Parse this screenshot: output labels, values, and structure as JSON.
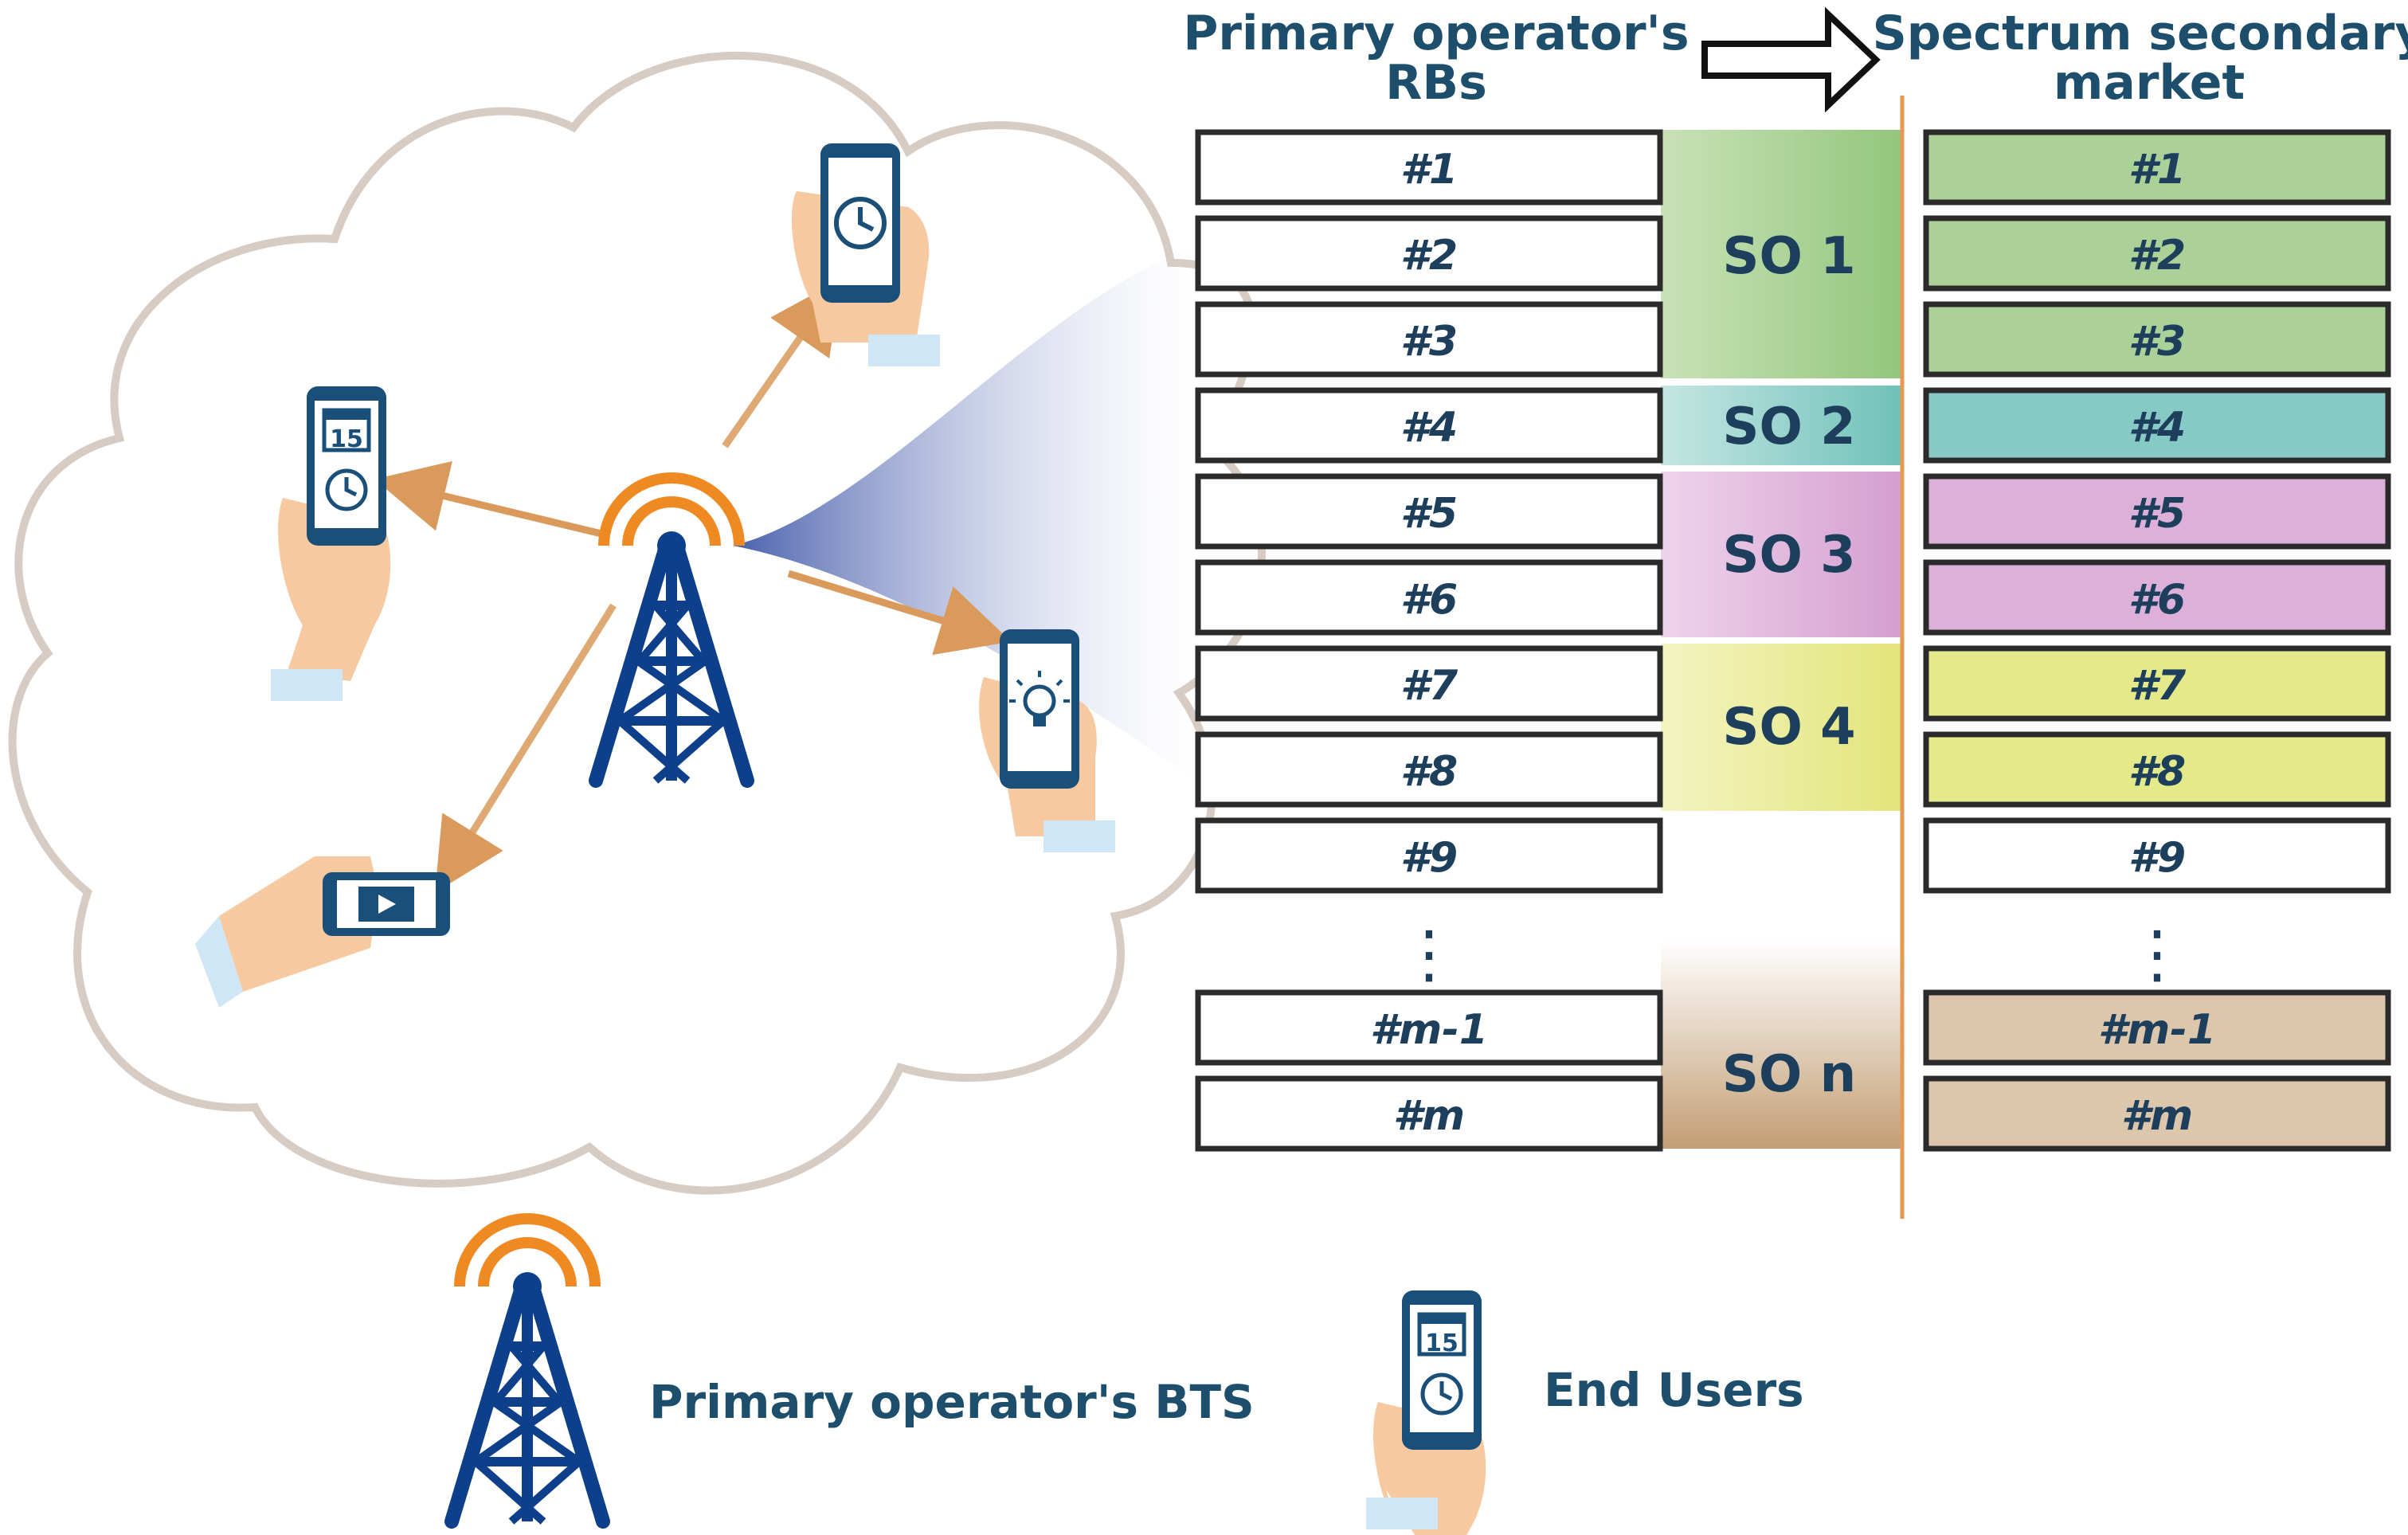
{
  "headers": {
    "left_line1": "Primary operator's",
    "left_line2": "RBs",
    "right_line1": "Spectrum secondary",
    "right_line2": "market"
  },
  "rb_labels": [
    "#1",
    "#2",
    "#3",
    "#4",
    "#5",
    "#6",
    "#7",
    "#8",
    "#9",
    "#m-1",
    "#m"
  ],
  "ellipsis": "⋮",
  "operators": [
    {
      "label": "SO 1",
      "color": "#9ccb86"
    },
    {
      "label": "SO 2",
      "color": "#7ec6c0"
    },
    {
      "label": "SO 3",
      "color": "#d8a8d4"
    },
    {
      "label": "SO 4",
      "color": "#e8ea8c"
    },
    {
      "label": "SO n",
      "color": "#c9a882"
    }
  ],
  "market_colors": [
    "#acd198",
    "#acd198",
    "#acd198",
    "#87c9c4",
    "#ddb0da",
    "#ddb0da",
    "#e4e98a",
    "#e4e98a",
    "#ffffff",
    "#dcc7ad",
    "#dcc7ad"
  ],
  "colors": {
    "tower": "#0d3f8a",
    "signal": "#ef8a22",
    "arrow": "#d99a5c",
    "cloud": "#d6ccc4",
    "phone": "#1a4f7a",
    "divider": "#e29a55"
  },
  "legend": {
    "bts_label": "Primary operator's BTS",
    "users_label": "End Users"
  },
  "icons": [
    "bts-tower-icon",
    "phone-clock-icon",
    "phone-calendar-icon",
    "phone-lightbulb-icon",
    "phone-video-icon",
    "hollow-right-arrow-icon"
  ],
  "phone_date": "15"
}
